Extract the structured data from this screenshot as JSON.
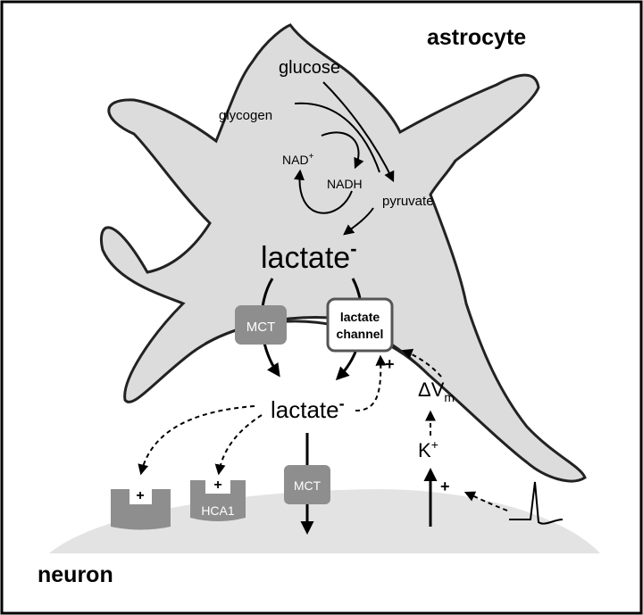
{
  "labels": {
    "astrocyte": "astrocyte",
    "neuron": "neuron",
    "glucose": "glucose",
    "glycogen": "glycogen",
    "nad_plus_base": "NAD",
    "nad_plus_sup": "+",
    "nadh": "NADH",
    "pyruvate": "pyruvate",
    "lactate_astro_base": "lactate",
    "lactate_astro_sup": "-",
    "lactate_extra_base": "lactate",
    "lactate_extra_sup": "-",
    "mct_astro": "MCT",
    "lactate_channel_line1": "lactate",
    "lactate_channel_line2": "channel",
    "mct_neuron": "MCT",
    "hca1": "HCA1",
    "plus_receptor1": "+",
    "plus_hca1": "+",
    "plus_channel": "+",
    "delta_vm_delta": "ΔV",
    "delta_vm_sub": "m",
    "k_base": "K",
    "k_sup": "+",
    "plus_neuron": "+"
  },
  "colors": {
    "astrocyte_fill": "#dcdcdc",
    "neuron_fill": "#e3e3e3",
    "transporter_fill": "#8e8e8e",
    "outline": "#222222"
  }
}
